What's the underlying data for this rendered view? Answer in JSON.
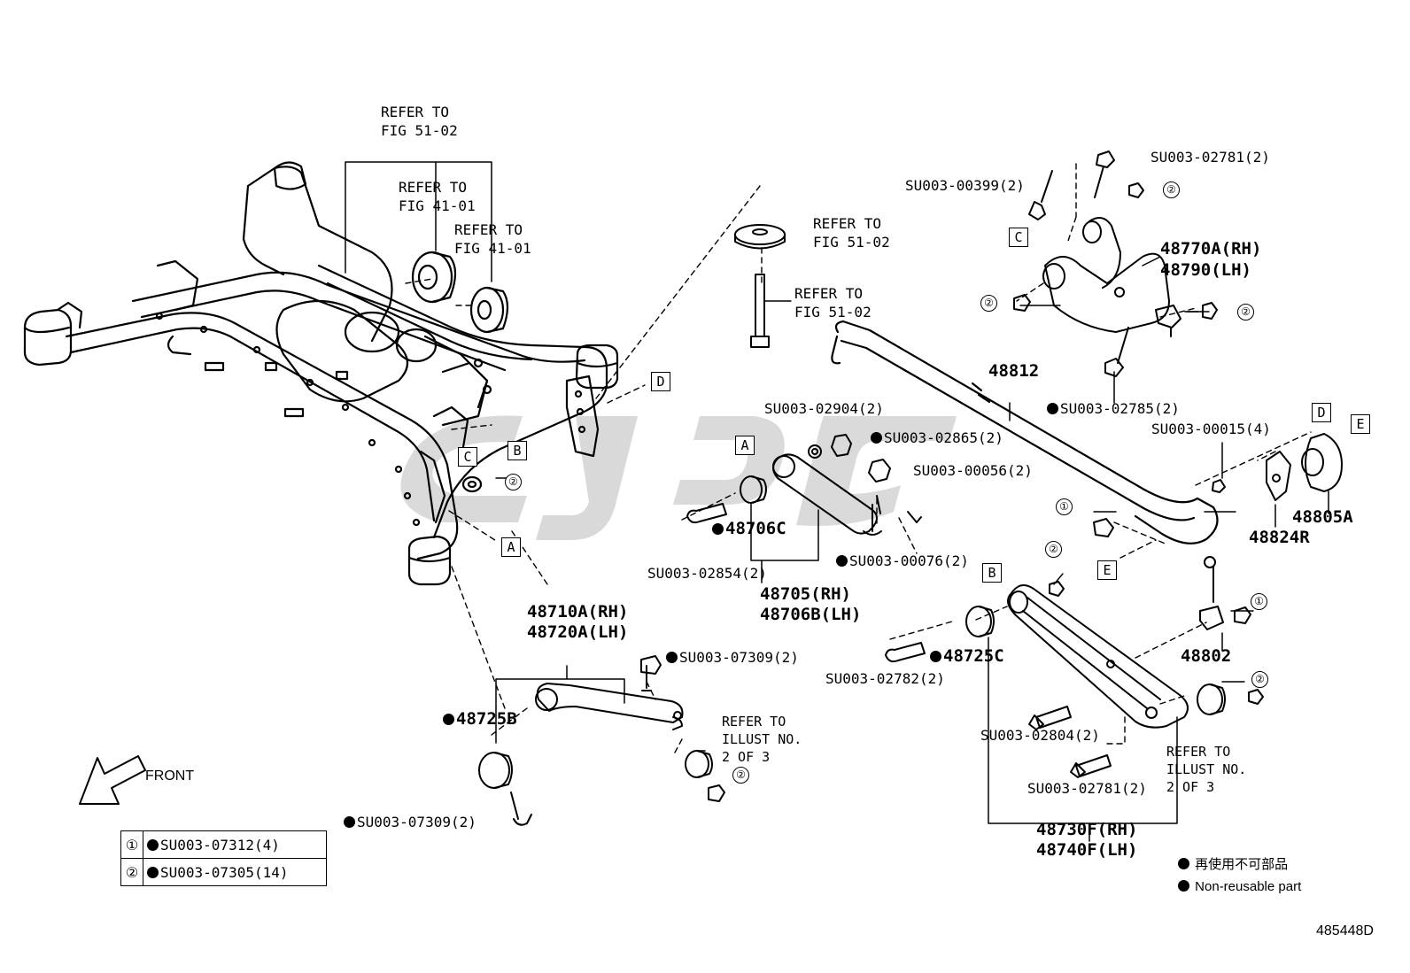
{
  "refs": {
    "top_a": [
      "REFER TO",
      "FIG 51-02"
    ],
    "top_b": [
      "REFER TO",
      "FIG 41-01"
    ],
    "top_c": [
      "REFER TO",
      "FIG 41-01"
    ],
    "mount_top": [
      "REFER TO",
      "FIG 51-02"
    ],
    "mount_bolt": [
      "REFER TO",
      "FIG 51-02"
    ],
    "illust_left": [
      "REFER TO",
      "ILLUST NO.",
      "2 OF 3"
    ],
    "illust_right": [
      "REFER TO",
      "ILLUST NO.",
      "2 OF 3"
    ]
  },
  "parts": {
    "su_02781_top": "SU003-02781(2)",
    "su_00399": "SU003-00399(2)",
    "p48770": "48770A(RH)",
    "p48790": "48790(LH)",
    "p48812": "48812",
    "su_02785": "SU003-02785(2)",
    "su_00015": "SU003-00015(4)",
    "p48805": "48805A",
    "p48824": "48824R",
    "su_02904": "SU003-02904(2)",
    "su_02865": "SU003-02865(2)",
    "su_00056": "SU003-00056(2)",
    "p48706c": "48706C",
    "su_00076": "SU003-00076(2)",
    "su_02854": "SU003-02854(2)",
    "p48705": "48705(RH)",
    "p48706b": "48706B(LH)",
    "p48710": "48710A(RH)",
    "p48720": "48720A(LH)",
    "su_07309_top": "SU003-07309(2)",
    "p48725b": "48725B",
    "su_07309_bot": "SU003-07309(2)",
    "p48725c": "48725C",
    "su_02782": "SU003-02782(2)",
    "p48802": "48802",
    "su_02804": "SU003-02804(2)",
    "su_02781_bot": "SU003-02781(2)",
    "p48730": "48730F(RH)",
    "p48740": "48740F(LH)"
  },
  "markers": {
    "A": "A",
    "B": "B",
    "C": "C",
    "D": "D",
    "E": "E",
    "one": "①",
    "two": "②"
  },
  "front_label": "FRONT",
  "legend": [
    {
      "key": "①",
      "part": "SU003-07312(4)"
    },
    {
      "key": "②",
      "part": "SU003-07305(14)"
    }
  ],
  "notes": {
    "jp": "再使用不可部品",
    "en": "Non-reusable part"
  },
  "diagram_id": "485448D"
}
